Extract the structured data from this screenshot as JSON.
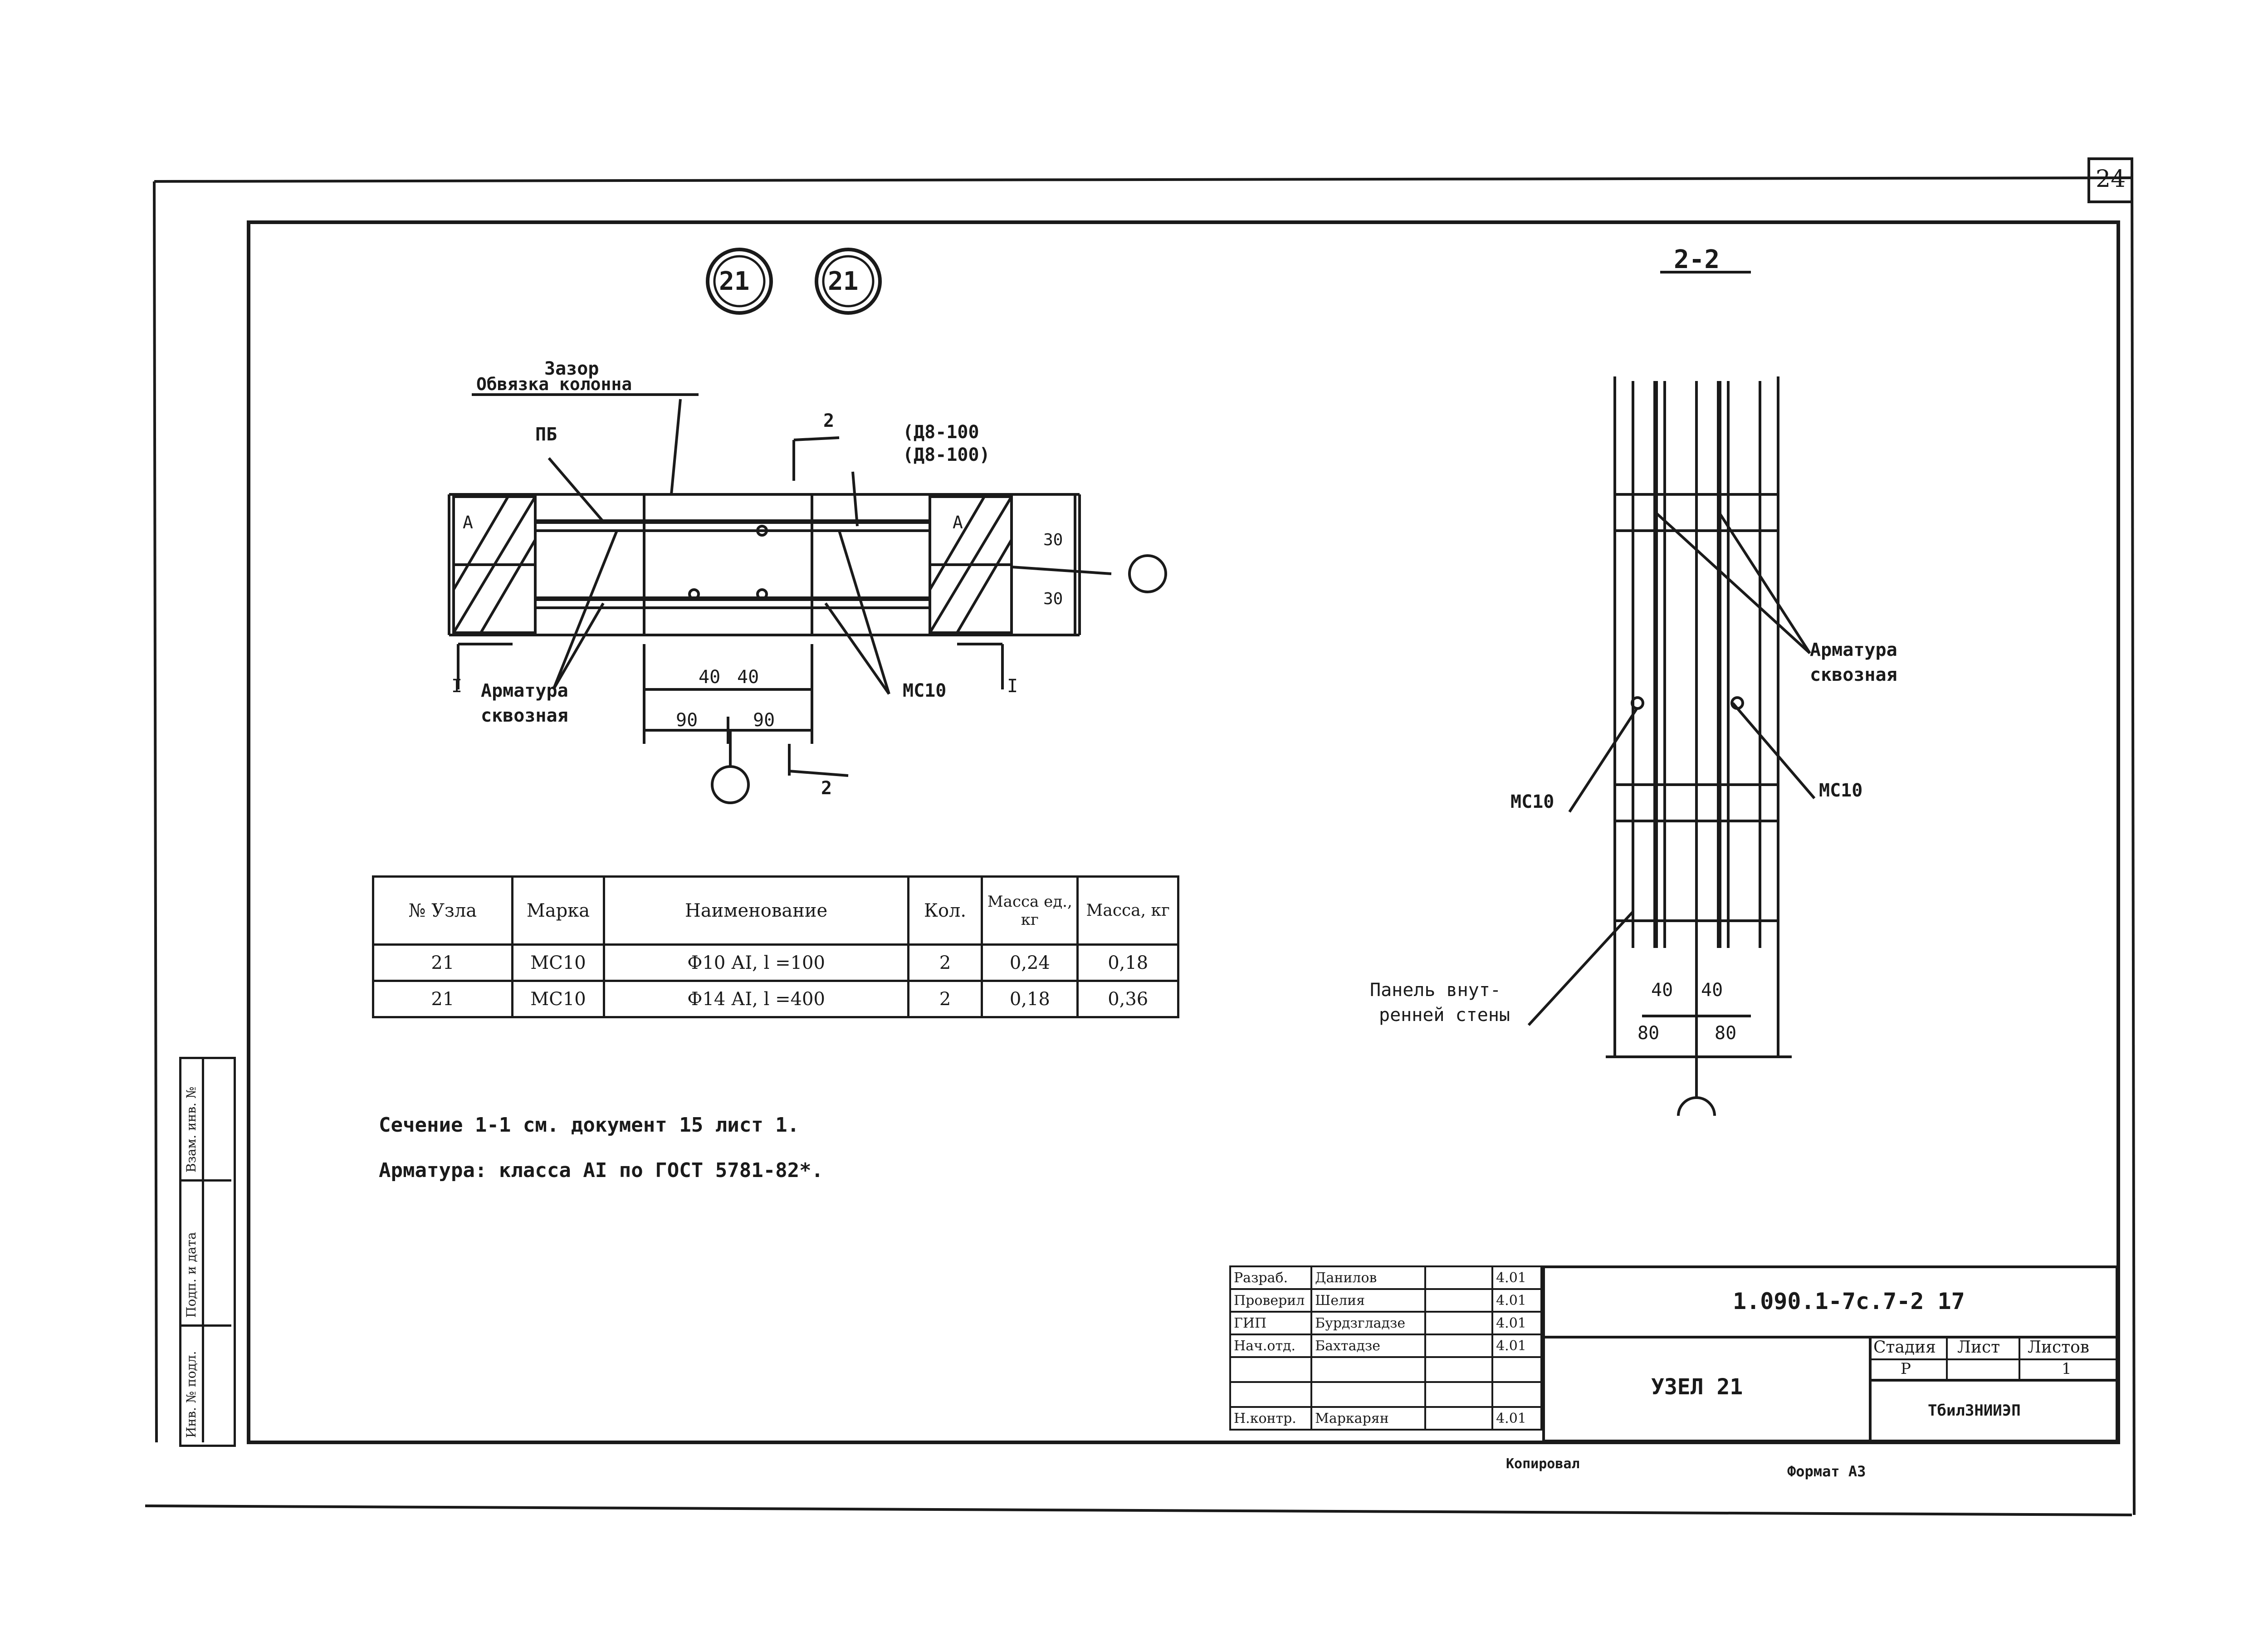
{
  "sheet": {
    "page_number": "24",
    "format_label": "Формат А3",
    "copy_label": "Копировал"
  },
  "node_marks": [
    "21",
    "21"
  ],
  "section_title": "2-2",
  "plan": {
    "label_top": "Зазор",
    "label_insulation": "Обвязка колонна",
    "label_pb": "ПБ",
    "label_rebar_top": "(Д8-100",
    "label_rebar_top2": "(Д8-100)",
    "label_a": "А",
    "label_armature": "Арматура",
    "label_through": "сквозная",
    "label_mc": "МС10",
    "cut_1": "I",
    "cut_2": "2",
    "dim_40a": "40",
    "dim_40b": "40",
    "dim_90a": "90",
    "dim_90b": "90",
    "dim_side1": "30",
    "dim_side2": "30"
  },
  "section": {
    "label_armature": "Арматура",
    "label_through": "сквозная",
    "label_mc_left": "МС10",
    "label_mc_right": "МС10",
    "label_panel_1": "Панель внут-",
    "label_panel_2": "ренней стены",
    "dim_40a": "40",
    "dim_40b": "40",
    "dim_80a": "80",
    "dim_80b": "80"
  },
  "spec_table": {
    "headers": [
      "№ Узла",
      "Марка",
      "Наименование",
      "Кол.",
      "Масса ед., кг",
      "Масса, кг"
    ],
    "rows": [
      [
        "21",
        "МС10",
        "Ф10 АI, l =100",
        "2",
        "0,24",
        "0,18"
      ],
      [
        "21",
        "МС10",
        "Ф14 АI, l =400",
        "2",
        "0,18",
        "0,36"
      ]
    ]
  },
  "notes": [
    "Сечение 1-1 см. документ 15 лист 1.",
    "Арматура: класса АI по ГОСТ 5781-82*."
  ],
  "stamp": {
    "rows": [
      {
        "role": "Разраб.",
        "name": "Данилов",
        "date": "4.01"
      },
      {
        "role": "Проверил",
        "name": "Шелия",
        "date": "4.01"
      },
      {
        "role": "ГИП",
        "name": "Бурдзгладзе",
        "date": "4.01"
      },
      {
        "role": "Нач.отд.",
        "name": "Бахтадзе",
        "date": "4.01"
      },
      {
        "role": "",
        "name": "",
        "date": ""
      },
      {
        "role": "",
        "name": "",
        "date": ""
      },
      {
        "role": "Н.контр.",
        "name": "Маркарян",
        "date": "4.01"
      }
    ],
    "doc_code": "1.090.1-7с.7-2 17",
    "title": "УЗЕЛ 21",
    "stage_header": "Стадия",
    "sheet_header": "Лист",
    "sheets_header": "Листов",
    "stage_value": "Р",
    "sheets_value": "1",
    "org": "ТбилЗНИИЭП"
  },
  "side_strip": [
    "Инв. № подл.",
    "Подп. и дата",
    "Взам. инв. №"
  ]
}
